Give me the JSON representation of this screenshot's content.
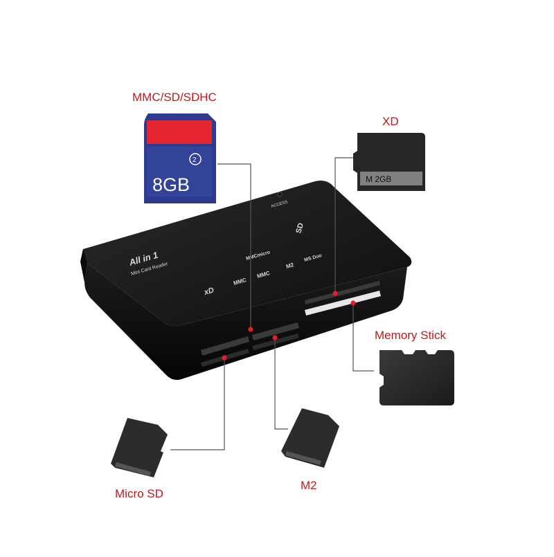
{
  "labels": {
    "sd": "MMC/SD/SDHC",
    "xd": "XD",
    "memory_stick": "Memory Stick",
    "micro_sd": "Micro SD",
    "m2": "M2"
  },
  "cards": {
    "sd_capacity": "8GB",
    "sd_class": "2",
    "xd_text": "M 2GB"
  },
  "device": {
    "brand": "All in 1",
    "subtitle": "Mini Card Reader",
    "access": "ACCESS",
    "slot_labels": [
      "xD",
      "MMC",
      "MMC",
      "MMCmicro",
      "SD",
      "M2",
      "MS Duo"
    ]
  },
  "colors": {
    "label": "#c5161b",
    "connector_dot": "#e0202a",
    "sd_red": "#e3262f",
    "sd_blue": "#2d3b8e",
    "device_body": "#141414"
  }
}
